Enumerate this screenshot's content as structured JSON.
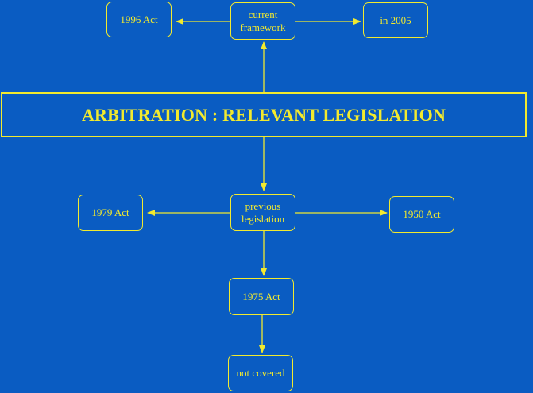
{
  "title": "ARBITRATION : RELEVANT LEGISLATION",
  "nodes": {
    "current_framework": "current\nframework",
    "act_1996": "1996 Act",
    "in_2005": "in 2005",
    "previous_legislation": "previous\nlegislation",
    "act_1979": "1979 Act",
    "act_1950": "1950 Act",
    "act_1975": "1975 Act",
    "not_covered": "not covered"
  },
  "colors": {
    "background": "#0a5cc2",
    "accent": "#f2ea2e"
  }
}
